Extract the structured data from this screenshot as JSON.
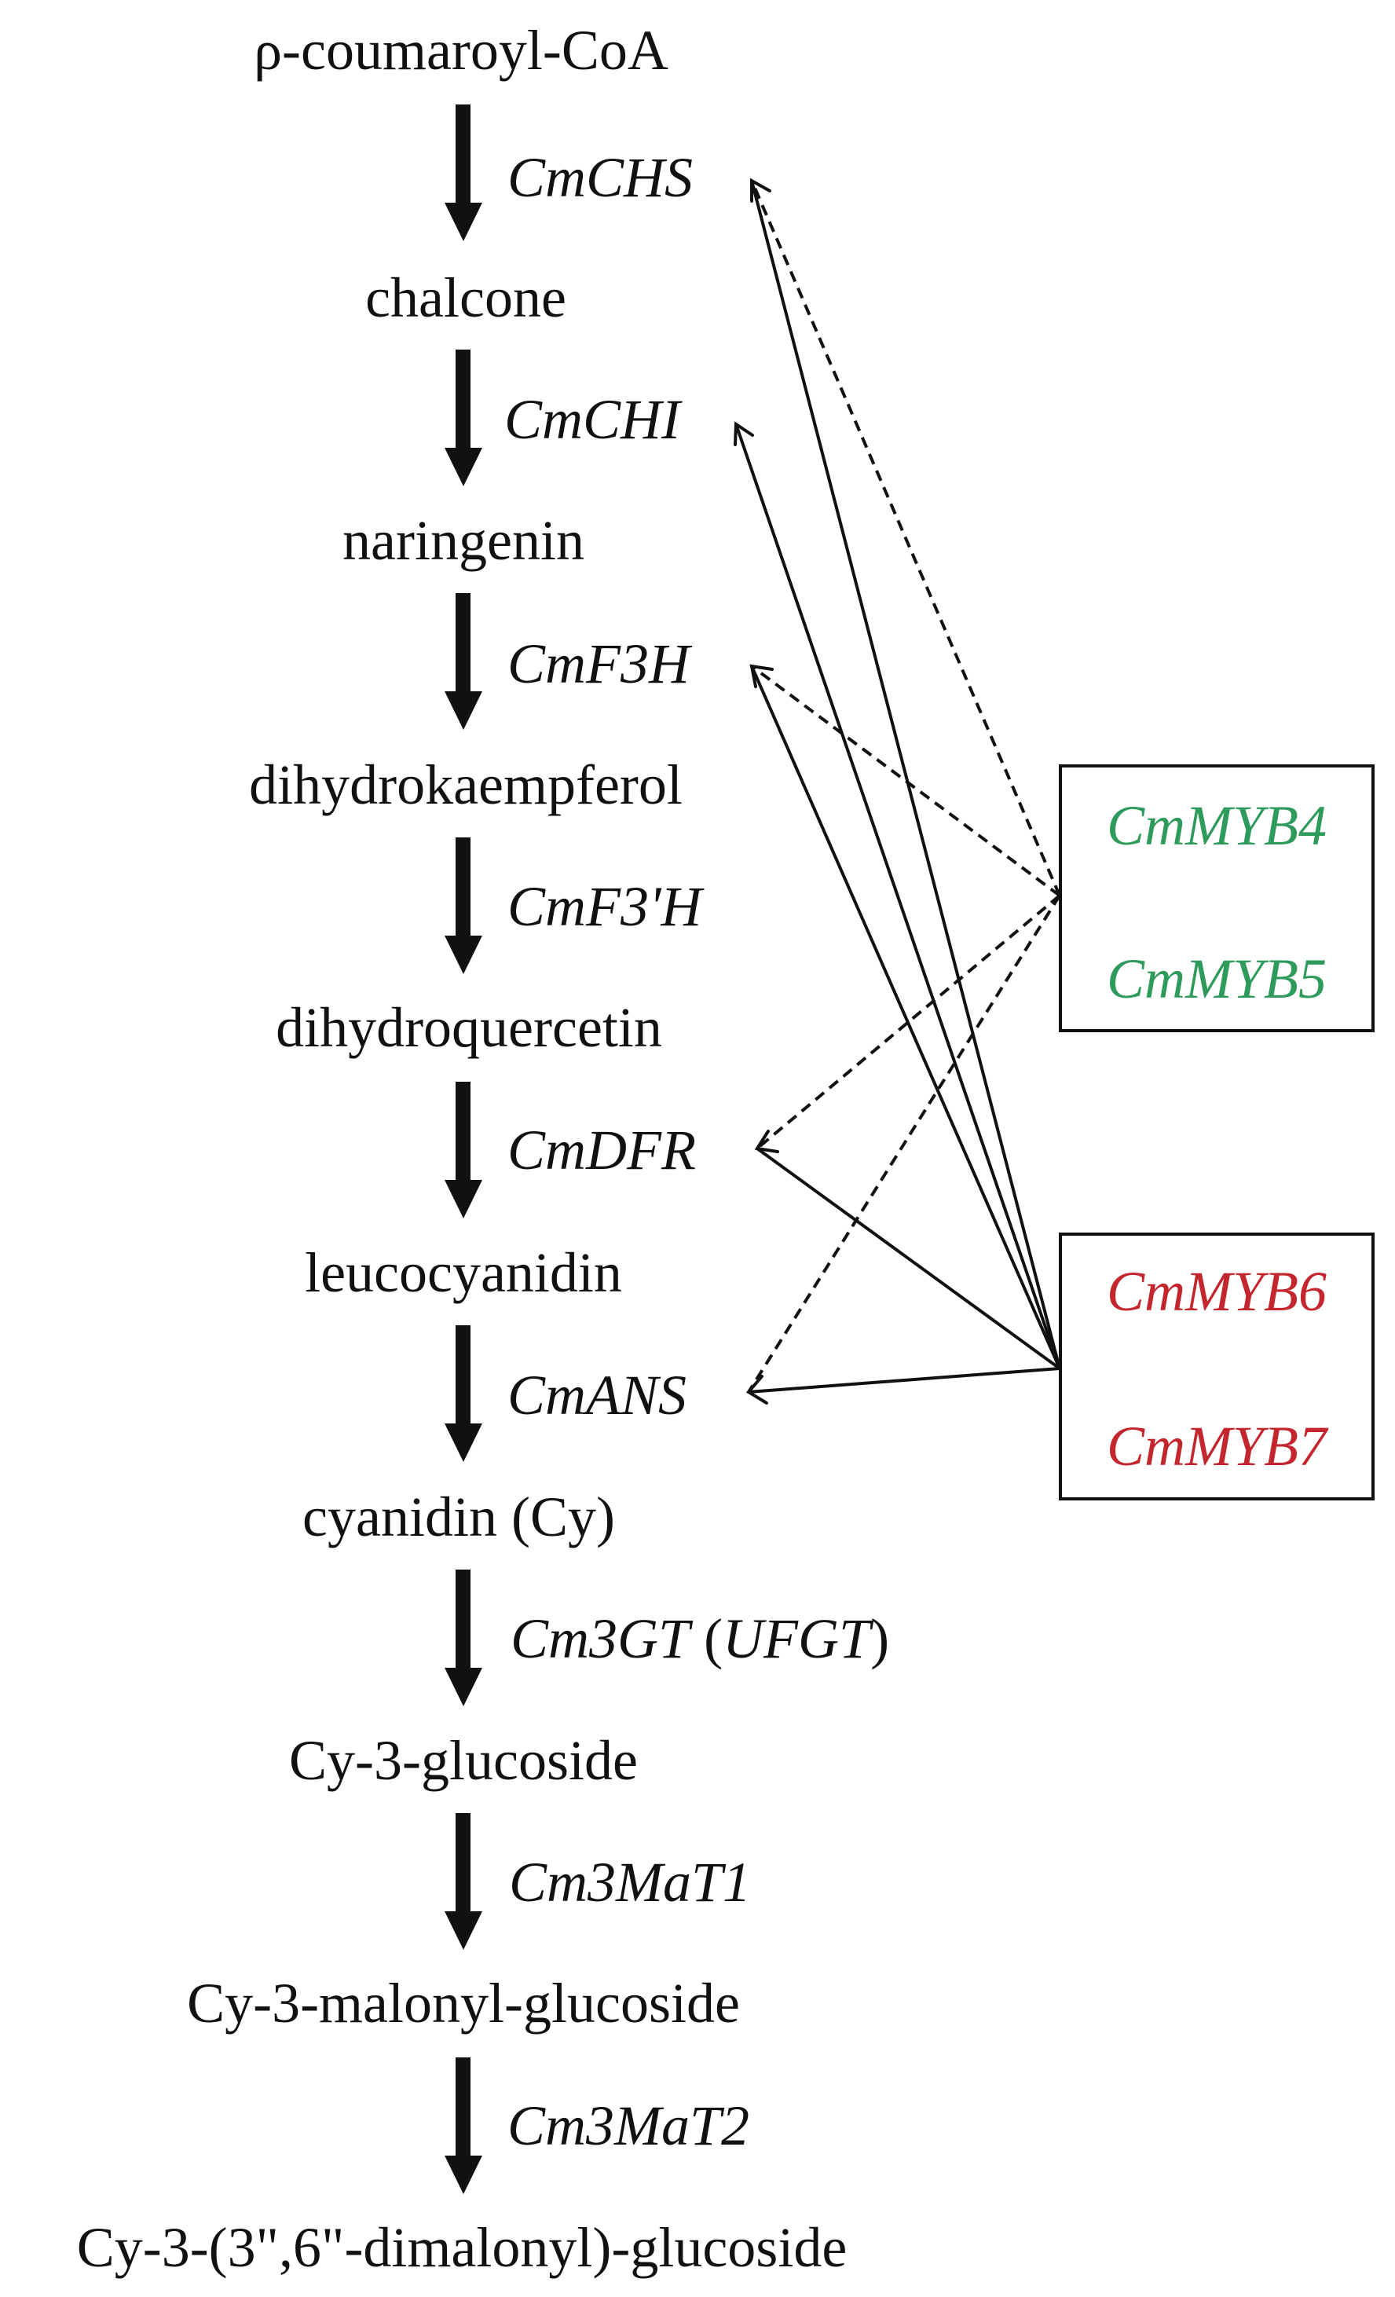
{
  "compounds": [
    "ρ-coumaroyl-CoA",
    "chalcone",
    "naringenin",
    "dihydrokaempferol",
    "dihydroquercetin",
    "leucocyanidin",
    "cyanidin (Cy)",
    "Cy-3-glucoside",
    "Cy-3-malonyl-glucoside",
    "Cy-3-(3\",6\"-dimalonyl)-glucoside"
  ],
  "enzymes": [
    {
      "name": "CmCHS"
    },
    {
      "name": "CmCHI"
    },
    {
      "name": "CmF3H"
    },
    {
      "name": "CmF3'H"
    },
    {
      "name": "CmDFR"
    },
    {
      "name": "CmANS"
    },
    {
      "name": "Cm3GT",
      "paren_open": " (",
      "alias": "UFGT",
      "paren_close": ")"
    },
    {
      "name": "Cm3MaT1"
    },
    {
      "name": "Cm3MaT2"
    }
  ],
  "regulator_groups": [
    {
      "members": [
        "CmMYB4",
        "CmMYB5"
      ],
      "color": "#2e9a5c",
      "line_style": "dashed",
      "targets": [
        "CmCHS",
        "CmF3H",
        "CmDFR",
        "CmANS"
      ]
    },
    {
      "members": [
        "CmMYB6",
        "CmMYB7"
      ],
      "color": "#c4262e",
      "line_style": "solid",
      "targets": [
        "CmCHS",
        "CmCHI",
        "CmF3H",
        "CmDFR",
        "CmANS"
      ]
    }
  ],
  "colors": {
    "text": "#111111",
    "pathway_arrow": "#111111",
    "green_regulators": "#2e9a5c",
    "red_regulators": "#c4262e"
  }
}
